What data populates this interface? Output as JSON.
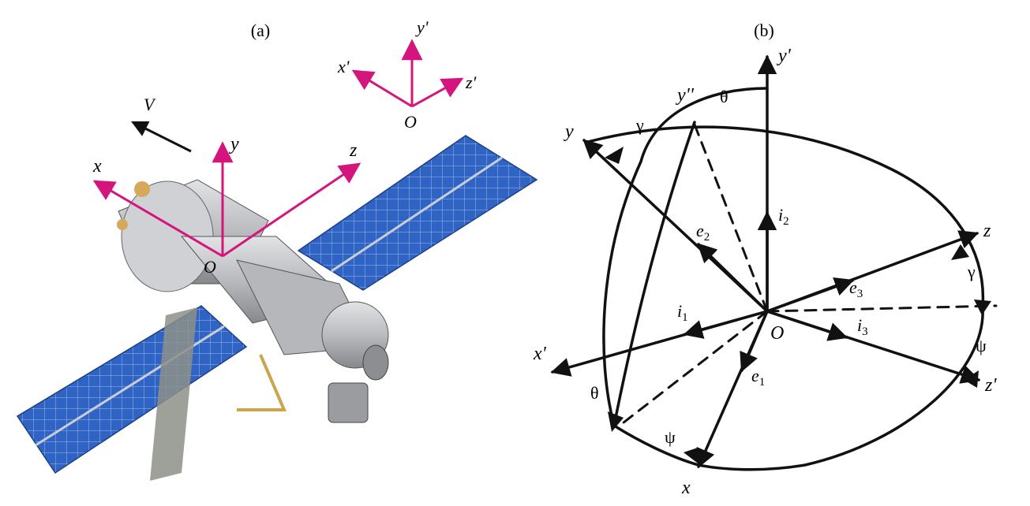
{
  "panel_a": {
    "label": "(a)",
    "velocity_label": "V",
    "axes": {
      "x": "x",
      "y": "y",
      "z": "z",
      "origin": "O"
    },
    "ref_axes": {
      "x": "x'",
      "y": "y'",
      "z": "z'",
      "origin": "O"
    }
  },
  "panel_b": {
    "label": "(b)",
    "axes": {
      "y_prime": "y'",
      "y_double": "y''",
      "y": "y",
      "z": "z",
      "x_prime": "x'",
      "z_prime": "z'",
      "x": "x",
      "origin": "O"
    },
    "vectors": {
      "i1": "i",
      "i1_sub": "1",
      "i2": "i",
      "i2_sub": "2",
      "i3": "i",
      "i3_sub": "3",
      "e1": "e",
      "e1_sub": "1",
      "e2": "e",
      "e2_sub": "2",
      "e3": "e",
      "e3_sub": "3"
    },
    "angles": {
      "theta_top": "θ",
      "gamma_top": "γ",
      "gamma_right": "γ",
      "psi_right": "ψ",
      "theta_left": "θ",
      "psi_bottom": "ψ"
    }
  },
  "colors": {
    "axis_magenta": "#d4157e",
    "panel_blue": "#2456b8",
    "module_gray": "#a7a9ad"
  }
}
